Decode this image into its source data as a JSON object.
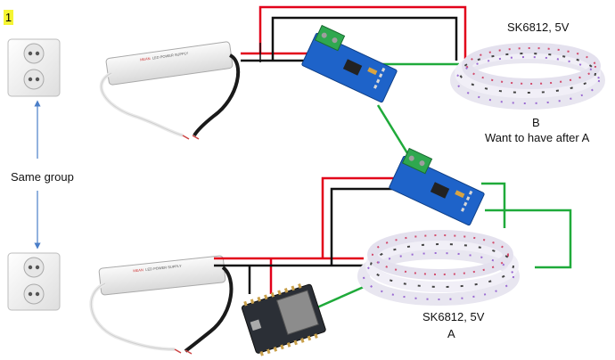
{
  "corner_label": "1",
  "labels": {
    "same_group": "Same group",
    "strip_b_model": "SK6812, 5V",
    "strip_b_letter": "B",
    "strip_b_note": "Want to have after A",
    "strip_a_model": "SK6812, 5V",
    "strip_a_letter": "A"
  },
  "components": {
    "psu_brand": "MEAN",
    "psu_text": "LED POWER SUPPLY"
  },
  "colors": {
    "power": "#e2001a",
    "ground": "#111111",
    "data": "#1faa3a",
    "arrow": "#4a7ec8",
    "rs485_board": "#1e63c9",
    "terminal": "#2fa84f",
    "esp_board": "#2b2f36",
    "badge": "#f5f533"
  }
}
